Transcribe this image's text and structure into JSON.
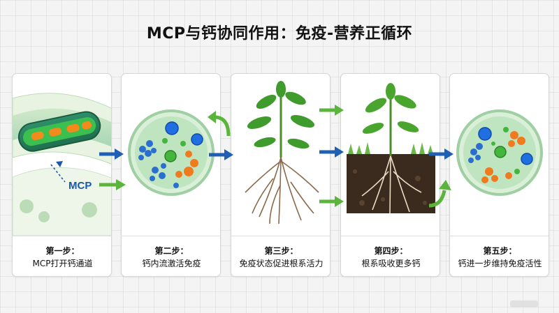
{
  "title": "MCP与钙协同作用：免疫-营养正循环",
  "mcp_label": "MCP",
  "steps": [
    {
      "label": "第一步：",
      "desc": "MCP打开钙通道"
    },
    {
      "label": "第二步：",
      "desc": "钙内流激活免疫"
    },
    {
      "label": "第三步：",
      "desc": "免疫状态促进根系活力"
    },
    {
      "label": "第四步：",
      "desc": "根系吸收更多钙"
    },
    {
      "label": "第五步：",
      "desc": "钙进一步维持免疫活性"
    }
  ],
  "colors": {
    "blue_arrow": "#1f5fb4",
    "green_arrow": "#5bb43b",
    "mcp_text": "#1d57a8",
    "cell_green": "#9fd4a7",
    "molecule_blue": "#2a6fd0",
    "molecule_orange": "#f07a1e",
    "molecule_green": "#45b63d",
    "soil": "#3b2a1e"
  },
  "icons": [
    "ion-channel-icon",
    "cell-icon",
    "plant-icon",
    "soil-plant-icon",
    "cell-icon"
  ]
}
